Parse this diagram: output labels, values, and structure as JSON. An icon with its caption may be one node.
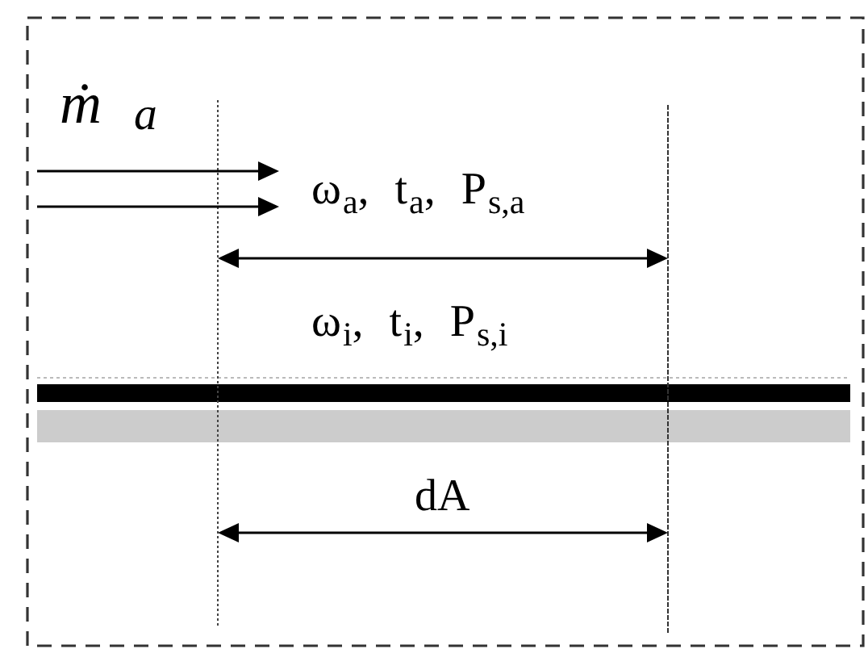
{
  "diagram": {
    "labels": [
      "ṁ$_{a}$",
      "ω$_{a}$, t$_{a}$, P$_{s,a}$",
      "ω$_{i}$, t$_{i}$, P$_{s,i}$",
      "dA"
    ]
  }
}
